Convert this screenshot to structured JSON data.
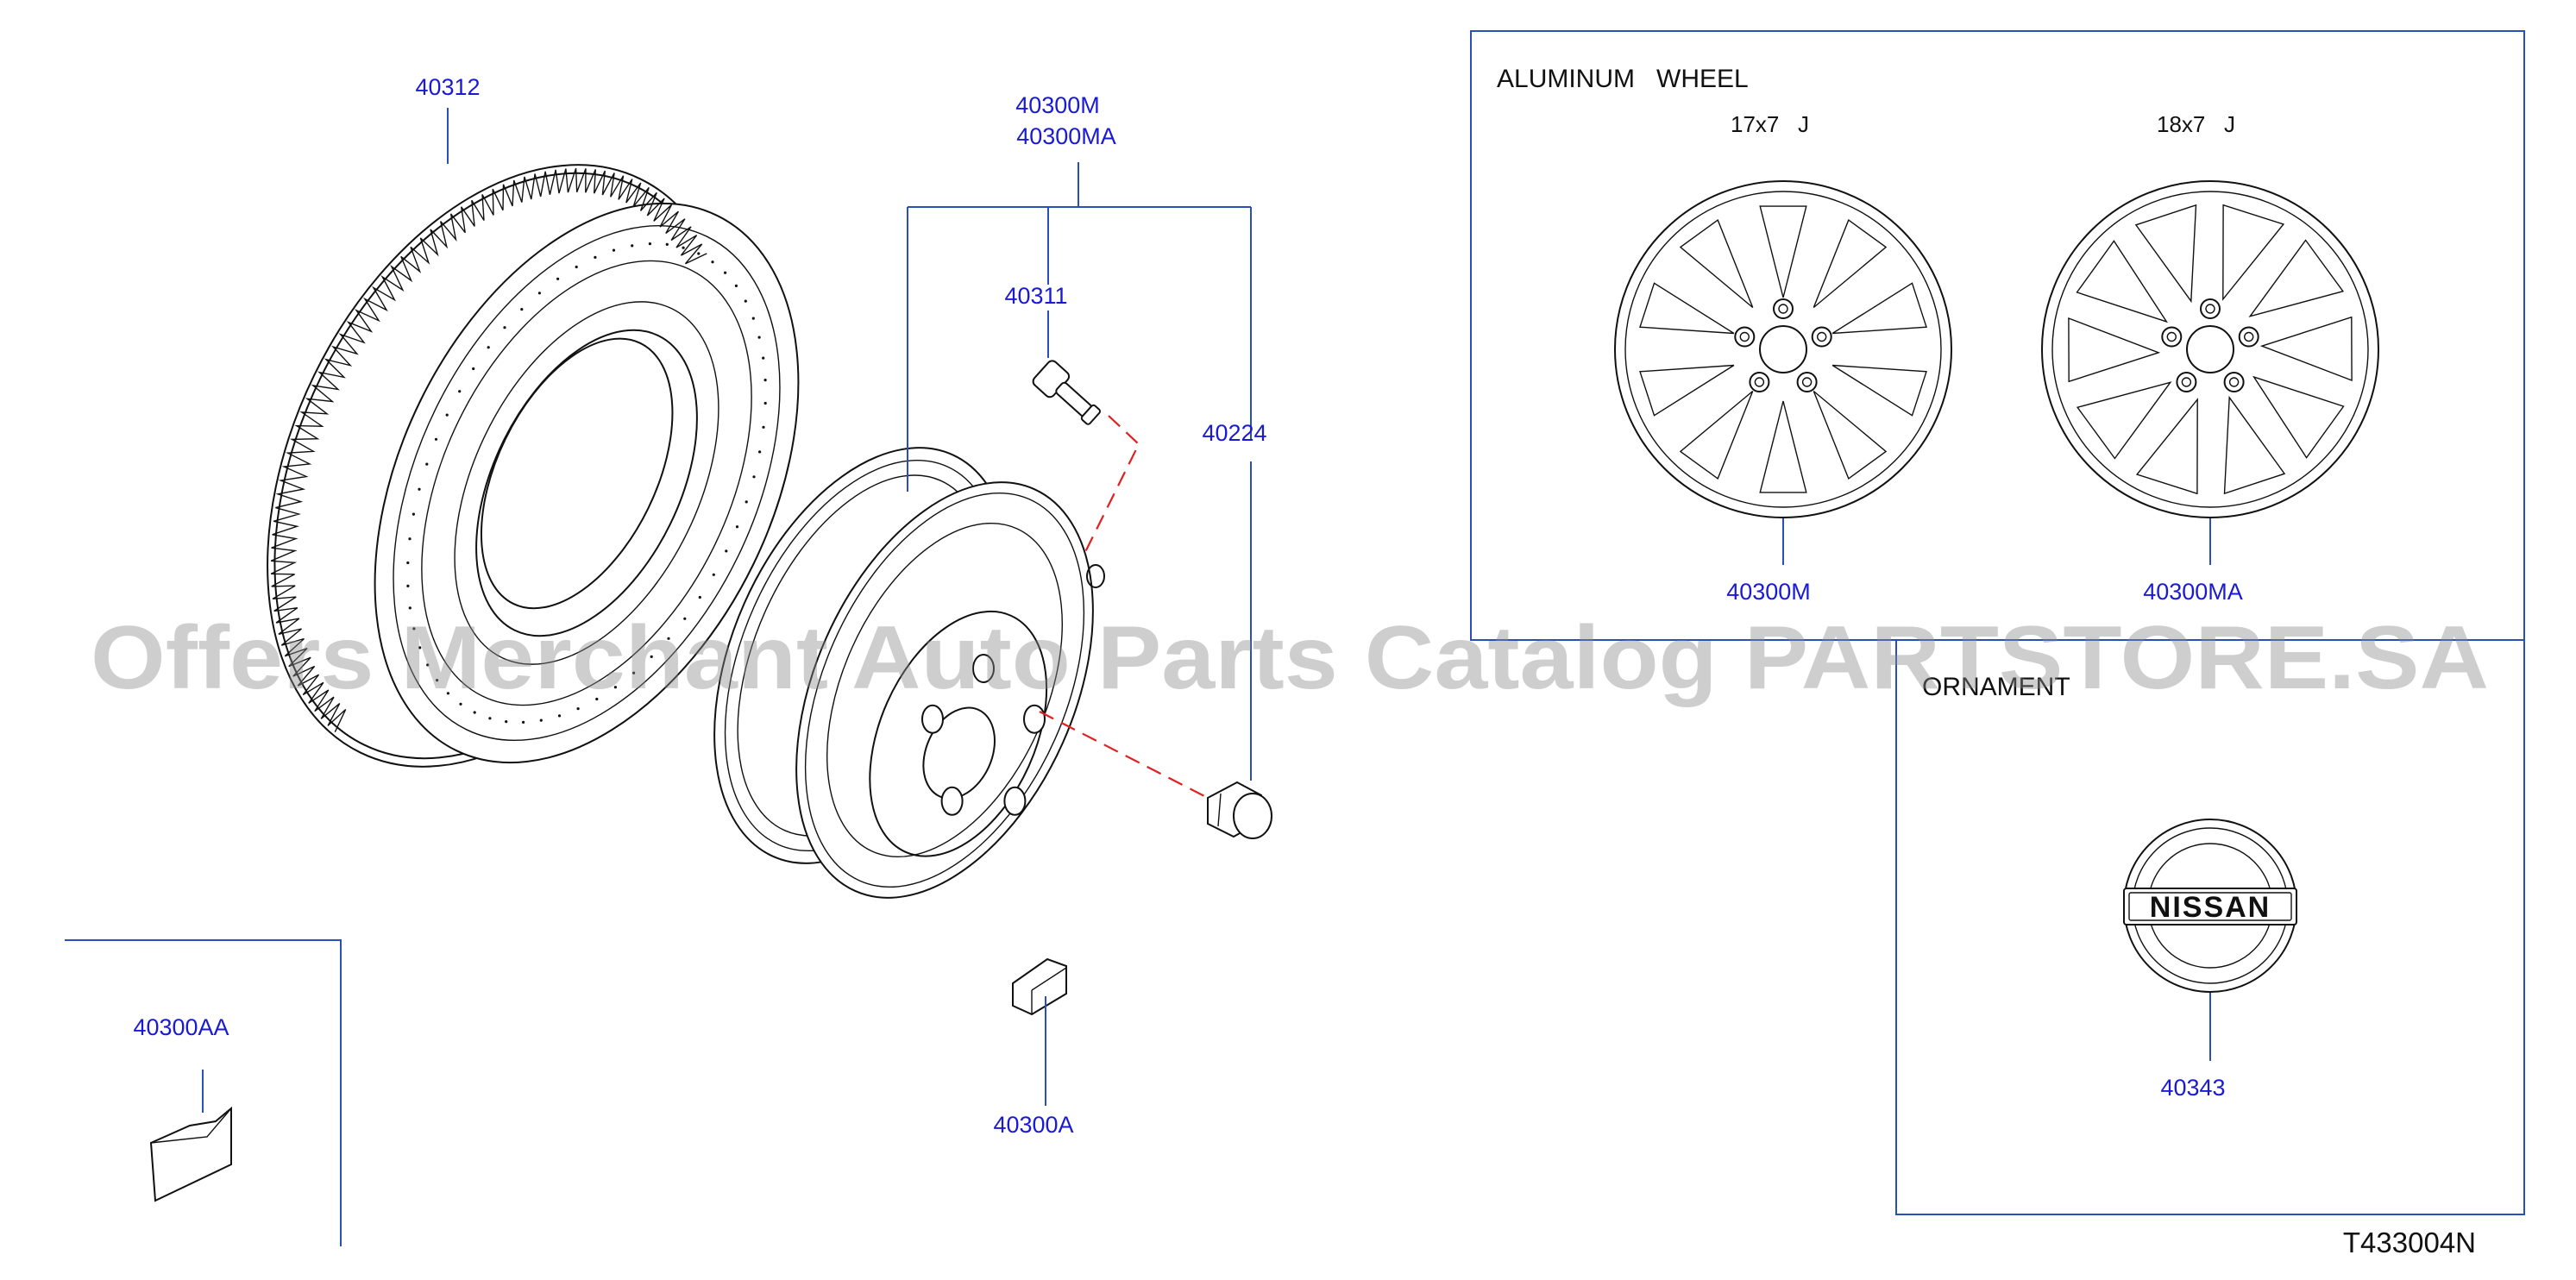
{
  "labels": {
    "tire": "40312",
    "wheel_top_1": "40300M",
    "wheel_top_2": "40300MA",
    "valve": "40311",
    "nut": "40224",
    "weight": "40300A",
    "weight_alt": "40300AA",
    "alu_17": "40300M",
    "alu_18": "40300MA",
    "ornament_part": "40343"
  },
  "aluminum": {
    "title": "ALUMINUM   WHEEL",
    "size_17": "17x7   J",
    "size_18": "18x7   J"
  },
  "ornament": {
    "title": "ORNAMENT",
    "logo": "NISSAN"
  },
  "diagram_code": "T433004N",
  "watermark": "Offers Merchant Auto Parts Catalog PARTSTORE.SA",
  "colors": {
    "label": "#1a1ad6",
    "leader": "#2a4fb8",
    "dashed": "#e02020",
    "linework": "#111111"
  }
}
